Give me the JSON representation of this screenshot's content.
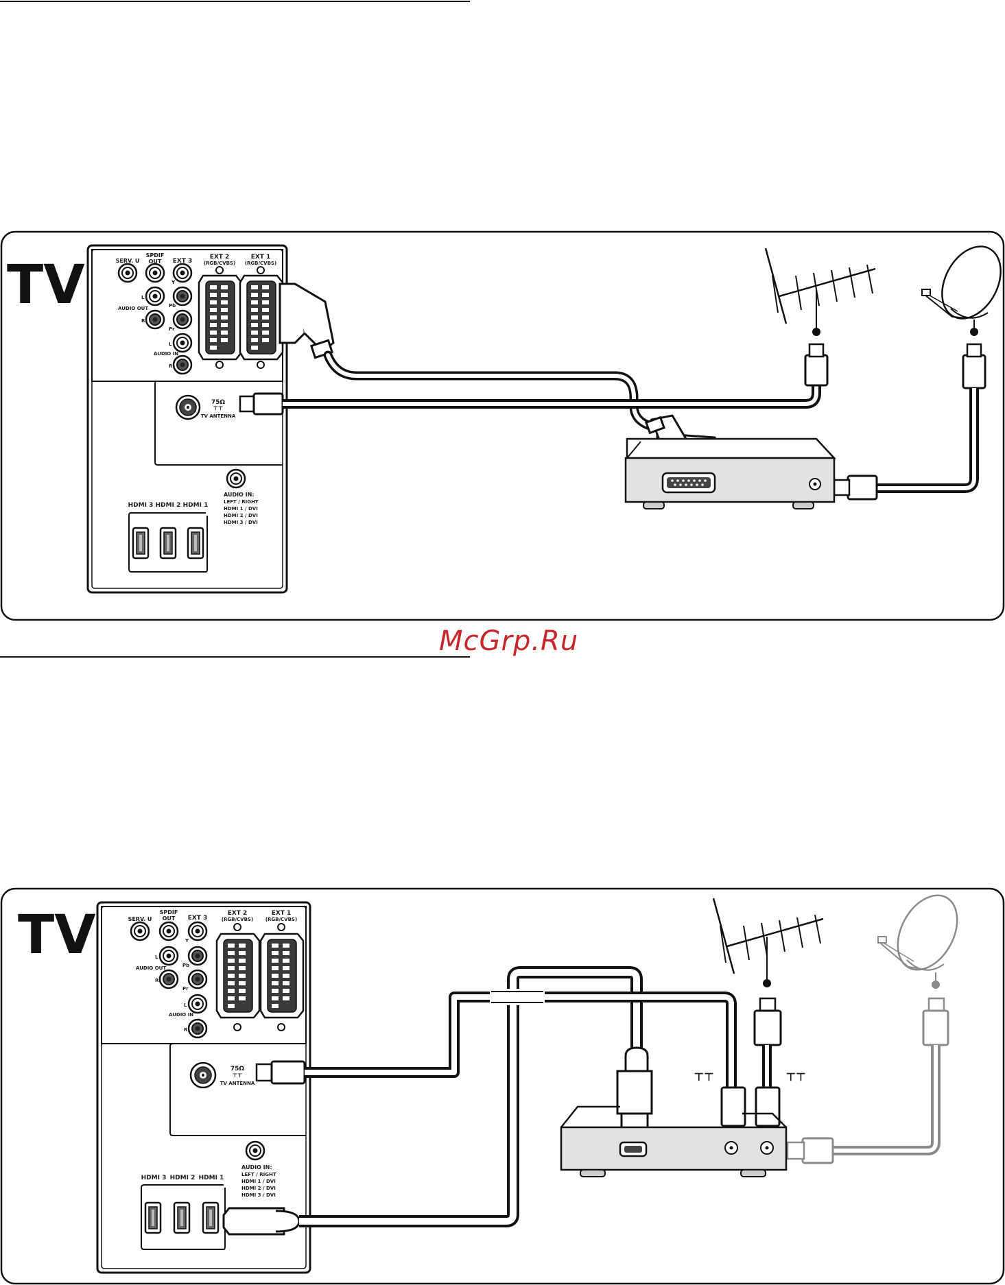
{
  "watermark": "McGrp.Ru",
  "diagrams": [
    {
      "title": "TV",
      "ports": {
        "serv": "SERV. U",
        "spdif1": "SPDIF",
        "spdif2": "OUT",
        "ext3": "EXT 3",
        "ext2": "EXT 2",
        "ext2_sub": "(RGB/CVBS)",
        "ext1": "EXT 1",
        "ext1_sub": "(RGB/CVBS)",
        "y": "Y",
        "pb": "Pb",
        "pr": "Pr",
        "l_out": "L",
        "r_out": "R",
        "audio_out": "AUDIO OUT",
        "l_in": "L",
        "r_in": "R",
        "audio_in_short": "AUDIO IN",
        "ohm": "75Ω",
        "tv_antenna": "TV ANTENNA",
        "hdmi3": "HDMI 3",
        "hdmi2": "HDMI 2",
        "hdmi1": "HDMI 1",
        "audio_in_title": "AUDIO IN:",
        "audio_in_lines": [
          "LEFT / RIGHT",
          "HDMI 1 / DVI",
          "HDMI 2 / DVI",
          "HDMI 3 / DVI"
        ]
      }
    },
    {
      "title": "TV",
      "ports": {
        "serv": "SERV. U",
        "spdif1": "SPDIF",
        "spdif2": "OUT",
        "ext3": "EXT 3",
        "ext2": "EXT 2",
        "ext2_sub": "(RGB/CVBS)",
        "ext1": "EXT 1",
        "ext1_sub": "(RGB/CVBS)",
        "y": "Y",
        "pb": "Pb",
        "pr": "Pr",
        "l_out": "L",
        "r_out": "R",
        "audio_out": "AUDIO OUT",
        "l_in": "L",
        "r_in": "R",
        "audio_in_short": "AUDIO IN",
        "ohm": "75Ω",
        "tv_antenna": "TV ANTENNA",
        "hdmi3": "HDMI 3",
        "hdmi2": "HDMI 2",
        "hdmi1": "HDMI 1",
        "audio_in_title": "AUDIO IN:",
        "audio_in_lines": [
          "LEFT / RIGHT",
          "HDMI 1 / DVI",
          "HDMI 2 / DVI",
          "HDMI 3 / DVI"
        ]
      }
    }
  ]
}
